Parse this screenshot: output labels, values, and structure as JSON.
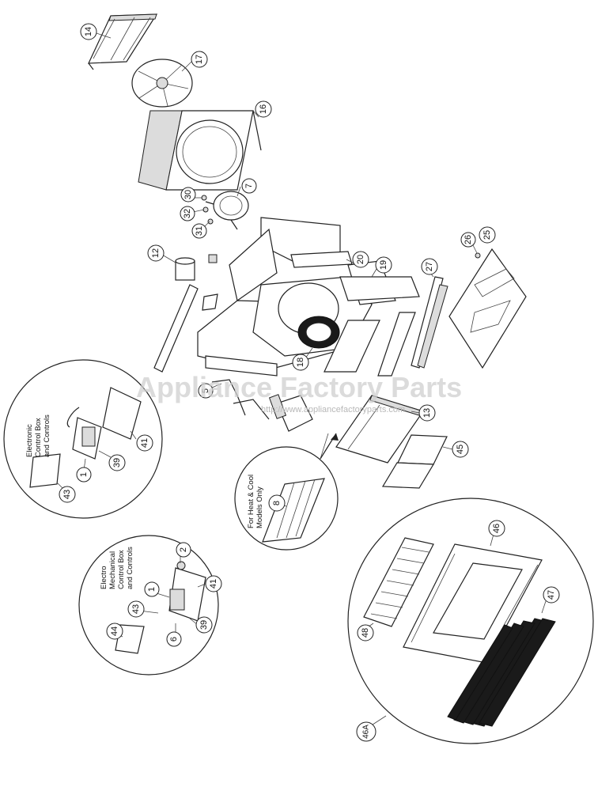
{
  "watermark": {
    "brand": "Appliance Factory Parts",
    "url": "http://www.appliancefactoryparts.com"
  },
  "inset_labels": {
    "electronic": [
      "Electronic",
      "Control Box",
      "and Controls"
    ],
    "electro_mechanical": [
      "Electro",
      "Mechanical",
      "Control Box",
      "and Controls"
    ],
    "heat_cool": [
      "For Heat & Cool",
      "Models Only"
    ]
  },
  "callouts": [
    "14",
    "17",
    "16",
    "30",
    "7",
    "32",
    "31",
    "12",
    "20",
    "19",
    "26",
    "25",
    "27",
    "18",
    "5",
    "13",
    "45",
    "41",
    "39",
    "1",
    "43",
    "8",
    "2",
    "41",
    "1",
    "43",
    "6",
    "39",
    "44",
    "46",
    "48",
    "47",
    "46A"
  ]
}
